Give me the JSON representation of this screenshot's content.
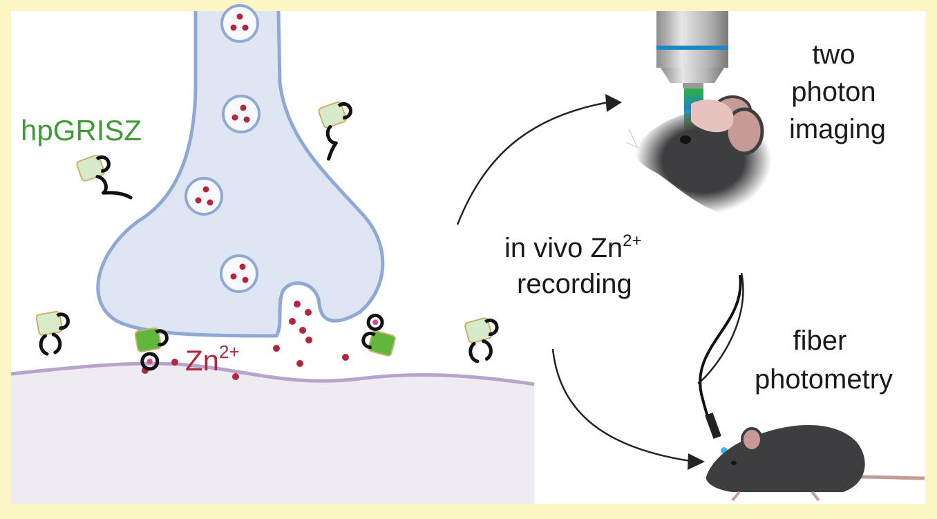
{
  "labels": {
    "sensor": "hpGRISZ",
    "ion_base": "Zn",
    "ion_charge": "2+",
    "center_line1": "in vivo Zn",
    "center_line1_sup": "2+",
    "center_line2": "recording",
    "two_photon": [
      "two",
      "photon",
      "imaging"
    ],
    "fiber": [
      "fiber",
      "photometry"
    ]
  },
  "colors": {
    "frame": "#fbf6c4",
    "panel": "#ffffff",
    "presynaptic_fill": "#dde6f2",
    "presynaptic_stroke": "#8fa9d4",
    "postsynaptic_fill": "#eeebf3",
    "membrane": "#b7a4cd",
    "zinc": "#b5253e",
    "sensor_text": "#3f9c35",
    "ion_text": "#b5253e",
    "sensor_inactive": "#d7ebcb",
    "sensor_active": "#5fb83d",
    "mouse": "#3e3e40",
    "ear": "#c79b95",
    "text": "#1a1a1a"
  },
  "icons": [
    "microscope-objective-icon",
    "mouse-head-icon",
    "mouse-icon",
    "optical-fiber-icon",
    "vesicle-icon",
    "sensor-icon"
  ]
}
